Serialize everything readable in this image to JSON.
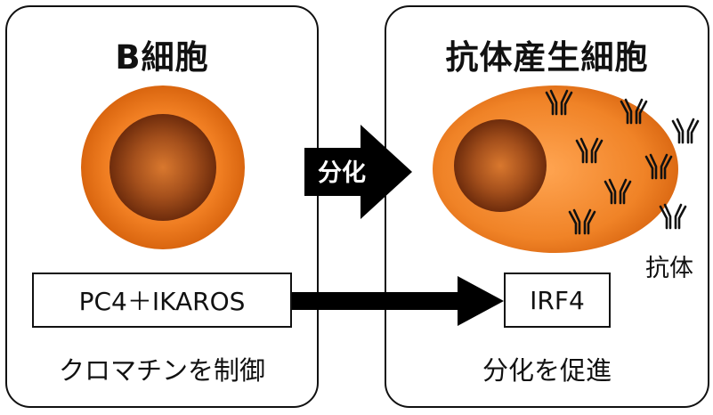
{
  "left_panel": {
    "title": "B細胞",
    "factor_box": "PC4＋IKAROS",
    "caption": "クロマチンを制御"
  },
  "right_panel": {
    "title": "抗体産生細胞",
    "target_box": "IRF4",
    "caption": "分化を促進",
    "antibody_label": "抗体"
  },
  "transition_arrow_label": "分化",
  "colors": {
    "cell_orange": "#ee7a1f",
    "nucleus_brown": "#8a3a12",
    "outline": "#111111"
  }
}
